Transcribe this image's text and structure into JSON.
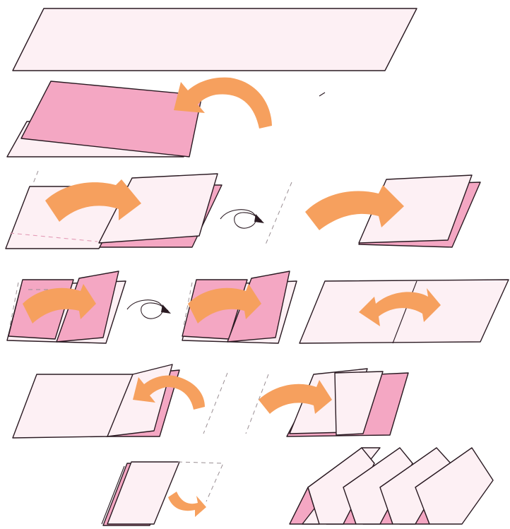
{
  "colors": {
    "paper_light": "#fdf0f4",
    "paper_pink": "#f4a7c3",
    "arrow_orange": "#f6a05e",
    "outline": "#2a1a22",
    "fold_line_gray": "#9a8f94",
    "fold_line_pink": "#e39ab5"
  },
  "steps": [
    {
      "id": 1,
      "icon": "paper-strip-icon"
    },
    {
      "id": 2,
      "icon": "fold-in-half-icon",
      "arrow": "fold-back-arrow-icon"
    },
    {
      "id": 3,
      "icon": "valley-fold-icon",
      "arrow": "fold-right-arrow-icon"
    },
    {
      "id": 4,
      "icon": "turn-over-icon"
    },
    {
      "id": 5,
      "icon": "valley-fold-icon",
      "arrow": "fold-right-arrow-icon"
    },
    {
      "id": 6,
      "icon": "fold-right-icon",
      "arrow": "fold-right-arrow-icon"
    },
    {
      "id": 7,
      "icon": "turn-over-icon"
    },
    {
      "id": 8,
      "icon": "fold-right-icon",
      "arrow": "fold-right-arrow-icon"
    },
    {
      "id": 9,
      "icon": "unfold-icon",
      "arrow": "double-arrow-icon"
    },
    {
      "id": 10,
      "icon": "fold-left-icon",
      "arrow": "fold-left-arrow-icon"
    },
    {
      "id": 11,
      "icon": "fold-right-icon",
      "arrow": "fold-right-arrow-icon"
    },
    {
      "id": 12,
      "icon": "folded-booklet-icon",
      "arrow": "small-fold-arrow-icon"
    },
    {
      "id": 13,
      "icon": "accordion-fold-result-icon"
    }
  ]
}
